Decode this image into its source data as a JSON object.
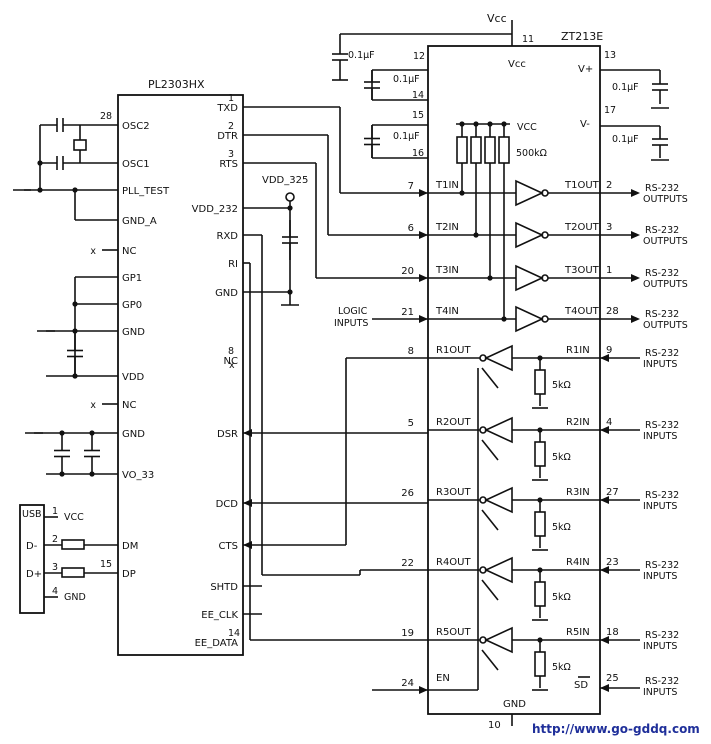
{
  "chips": {
    "left": {
      "name": "PL2303HX"
    },
    "right": {
      "name": "ZT213E"
    }
  },
  "left_pins_left": [
    {
      "label": "OSC2",
      "num": "28"
    },
    {
      "label": "OSC1",
      "num": ""
    },
    {
      "label": "PLL_TEST",
      "num": ""
    },
    {
      "label": "GND_A",
      "num": ""
    },
    {
      "label": "NC",
      "num": ""
    },
    {
      "label": "GP1",
      "num": ""
    },
    {
      "label": "GP0",
      "num": ""
    },
    {
      "label": "GND",
      "num": ""
    },
    {
      "label": "VDD",
      "num": ""
    },
    {
      "label": "NC",
      "num": ""
    },
    {
      "label": "GND",
      "num": ""
    },
    {
      "label": "VO_33",
      "num": ""
    },
    {
      "label": "DM",
      "num": ""
    },
    {
      "label": "DP",
      "num": "15"
    }
  ],
  "left_pins_right": [
    {
      "label": "TXD",
      "num": "1"
    },
    {
      "label": "DTR",
      "num": "2"
    },
    {
      "label": "RTS",
      "num": "3"
    },
    {
      "label": "VDD_232",
      "num": ""
    },
    {
      "label": "RXD",
      "num": ""
    },
    {
      "label": "RI",
      "num": ""
    },
    {
      "label": "GND",
      "num": ""
    },
    {
      "label": "NC",
      "num": "8"
    },
    {
      "label": "DSR",
      "num": ""
    },
    {
      "label": "DCD",
      "num": ""
    },
    {
      "label": "CTS",
      "num": ""
    },
    {
      "label": "SHTD",
      "num": ""
    },
    {
      "label": "EE_CLK",
      "num": ""
    },
    {
      "label": "EE_DATA",
      "num": "14"
    }
  ],
  "usb": {
    "title": "USB",
    "pins": [
      {
        "num": "1",
        "label": "VCC"
      },
      {
        "num": "2",
        "label": "D-"
      },
      {
        "num": "3",
        "label": "D+"
      },
      {
        "num": "4",
        "label": "GND"
      }
    ]
  },
  "vdd325": "VDD_325",
  "vcc_top": "Vcc",
  "vcc_pin": "11",
  "cap_label": "0.1μF",
  "right_top_pins": [
    {
      "num": "12",
      "label": "Vcc"
    },
    {
      "num": "14",
      "label": ""
    },
    {
      "num": "15",
      "label": ""
    },
    {
      "num": "16",
      "label": ""
    },
    {
      "num": "13",
      "label": "V+"
    },
    {
      "num": "17",
      "label": "V-"
    }
  ],
  "pullup": {
    "vcc": "VCC",
    "res": "500kΩ"
  },
  "drivers": [
    {
      "in_num": "7",
      "in": "T1IN",
      "out": "T1OUT",
      "out_num": "2"
    },
    {
      "in_num": "6",
      "in": "T2IN",
      "out": "T2OUT",
      "out_num": "3"
    },
    {
      "in_num": "20",
      "in": "T3IN",
      "out": "T3OUT",
      "out_num": "1"
    },
    {
      "in_num": "21",
      "in": "T4IN",
      "out": "T4OUT",
      "out_num": "28"
    }
  ],
  "receivers": [
    {
      "out_num": "8",
      "out": "R1OUT",
      "in": "R1IN",
      "in_num": "9"
    },
    {
      "out_num": "5",
      "out": "R2OUT",
      "in": "R2IN",
      "in_num": "4"
    },
    {
      "out_num": "26",
      "out": "R3OUT",
      "in": "R3IN",
      "in_num": "27"
    },
    {
      "out_num": "22",
      "out": "R4OUT",
      "in": "R4IN",
      "in_num": "23"
    },
    {
      "out_num": "19",
      "out": "R5OUT",
      "in": "R5IN",
      "in_num": "18"
    }
  ],
  "en": {
    "num": "24",
    "label": "EN"
  },
  "sd": {
    "num": "25",
    "label": "SD"
  },
  "res5k": "5kΩ",
  "gnd_label": "GND",
  "gnd_pin": "10",
  "logic_inputs": [
    "LOGIC",
    "INPUTS"
  ],
  "rs232_out": [
    "RS-232",
    "OUTPUTS"
  ],
  "rs232_in": [
    "RS-232",
    "INPUTS"
  ],
  "url": "http://www.go-gddq.com"
}
